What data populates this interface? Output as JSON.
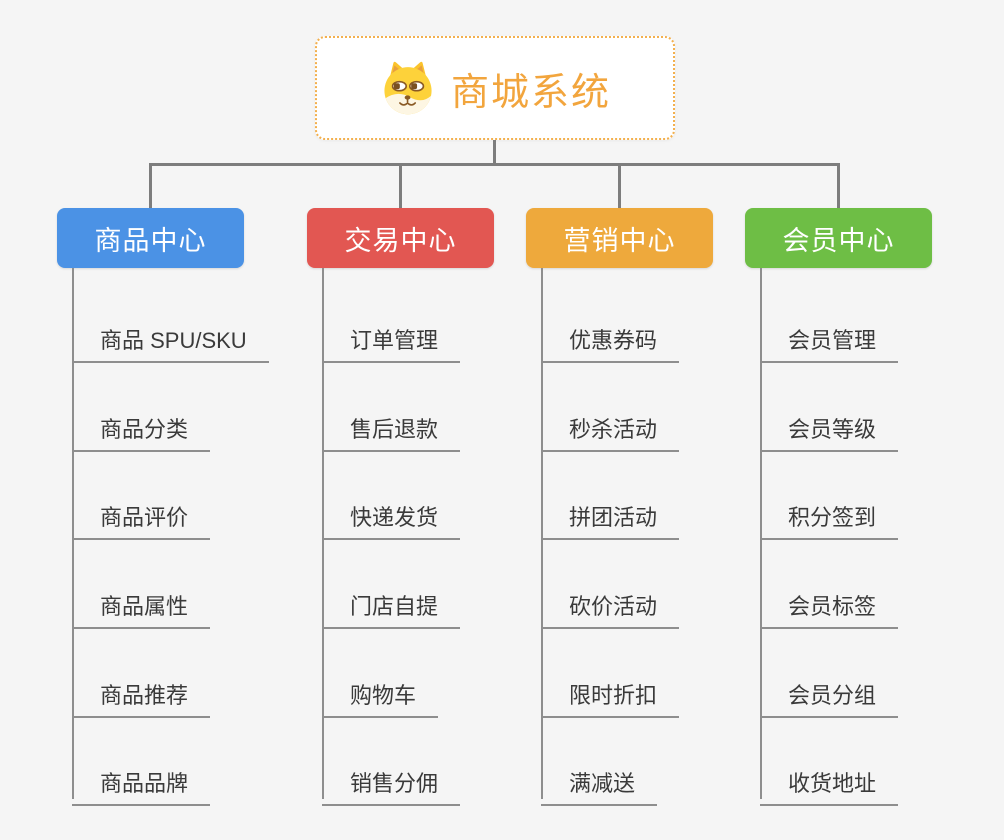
{
  "canvas": {
    "background_color": "#f5f5f5",
    "connector_color": "#7d7d7d",
    "leaf_line_color": "#8e8e8e"
  },
  "root": {
    "title": "商城系统",
    "icon": "dog-face-icon",
    "text_color": "#f2a53d",
    "border_color": "#f3b04e"
  },
  "branches": [
    {
      "label": "商品中心",
      "color": "#4b92e5",
      "children": [
        "商品 SPU/SKU",
        "商品分类",
        "商品评价",
        "商品属性",
        "商品推荐",
        "商品品牌"
      ]
    },
    {
      "label": "交易中心",
      "color": "#e25752",
      "children": [
        "订单管理",
        "售后退款",
        "快递发货",
        "门店自提",
        "购物车",
        "销售分佣"
      ]
    },
    {
      "label": "营销中心",
      "color": "#eea93c",
      "children": [
        "优惠券码",
        "秒杀活动",
        "拼团活动",
        "砍价活动",
        "限时折扣",
        "满减送"
      ]
    },
    {
      "label": "会员中心",
      "color": "#6ebe45",
      "children": [
        "会员管理",
        "会员等级",
        "积分签到",
        "会员标签",
        "会员分组",
        "收货地址"
      ]
    }
  ]
}
